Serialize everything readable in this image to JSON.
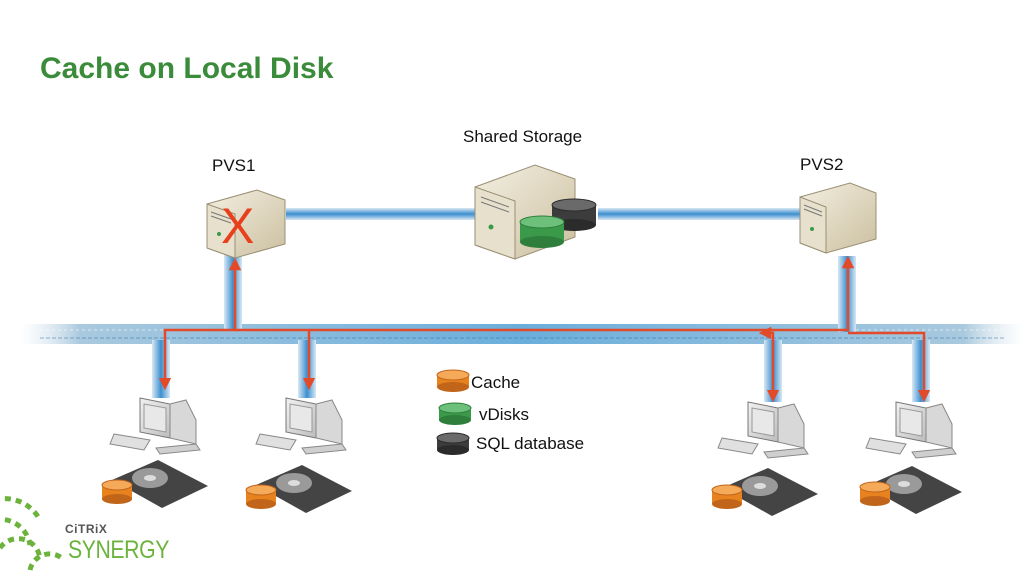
{
  "slide": {
    "title": "Cache on Local Disk"
  },
  "servers": {
    "pvs1": {
      "label": "PVS1",
      "status_mark": "X",
      "status_color": "#e8401c"
    },
    "pvs2": {
      "label": "PVS2"
    },
    "storage": {
      "label": "Shared Storage"
    }
  },
  "legend": {
    "items": [
      {
        "label": "Cache",
        "color": "#e8821e"
      },
      {
        "label": "vDisks",
        "color": "#3a9a4a"
      },
      {
        "label": "SQL database",
        "color": "#3c3c3c"
      }
    ]
  },
  "colors": {
    "title": "#3a8b3a",
    "network": "#4aa0d8",
    "data_path": "#e24a2a"
  },
  "logo": {
    "brand": "CiTRiX",
    "product": "SYNERGY"
  }
}
